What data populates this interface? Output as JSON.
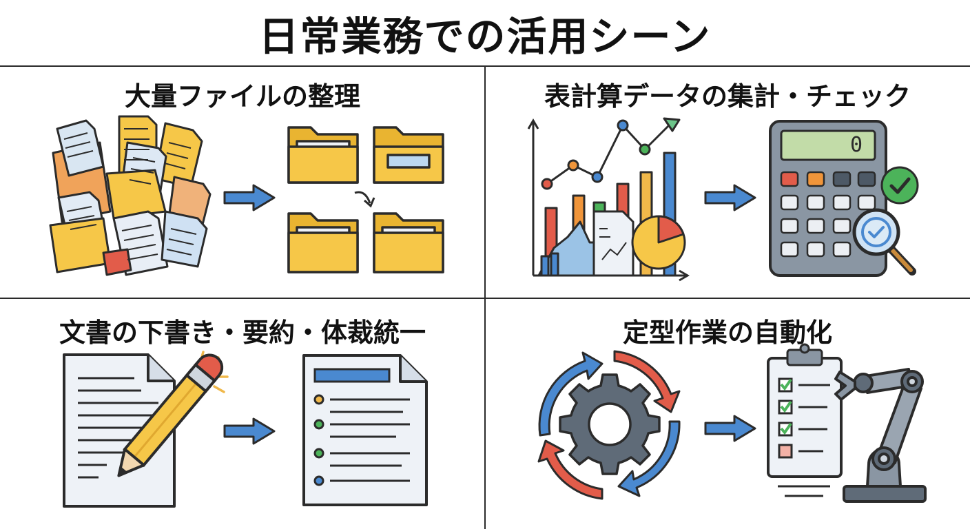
{
  "title": "日常業務での活用シーン",
  "panels": [
    {
      "title": "大量ファイルの整理",
      "from_icon": "scattered-documents-icon",
      "to_icon": "organized-folders-icon"
    },
    {
      "title": "表計算データの集計・チェック",
      "from_icon": "charts-data-icon",
      "to_icon": "calculator-check-icon",
      "display_value": "0"
    },
    {
      "title": "文書の下書き・要約・体裁統一",
      "from_icon": "document-pencil-icon",
      "to_icon": "formatted-document-icon"
    },
    {
      "title": "定型作業の自動化",
      "from_icon": "gear-cycle-icon",
      "to_icon": "checklist-robot-arm-icon"
    }
  ],
  "colors": {
    "folder": "#f6c748",
    "arrow": "#4a89d0",
    "red": "#e25c4a",
    "green": "#4cb35a",
    "blue": "#4a89d0",
    "orange": "#f0953a",
    "outline": "#2b2b2b"
  }
}
